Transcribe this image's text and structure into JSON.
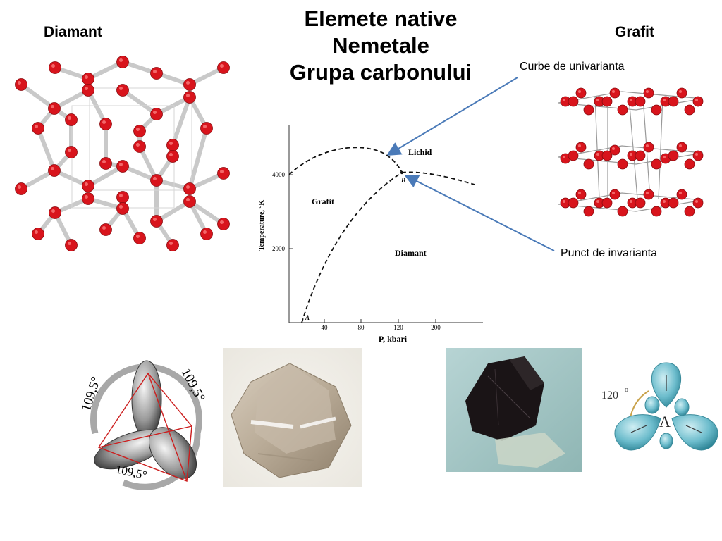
{
  "title": {
    "line1": "Elemete native",
    "line2": "Nemetale",
    "line3": "Grupa carbonului"
  },
  "labels": {
    "diamant": "Diamant",
    "grafit": "Grafit"
  },
  "annotations": {
    "univariant_curves": "Curbe de univarianta",
    "invariant_point": "Punct de invarianta"
  },
  "phase_diagram": {
    "ylabel": "Temperature, °K",
    "xlabel": "P, kbari",
    "y_ticks": [
      "4000",
      "2000"
    ],
    "x_ticks": [
      "40",
      "80",
      "120",
      "200"
    ],
    "regions": {
      "liquid": "Lichid",
      "graphite": "Grafit",
      "diamond": "Diamant"
    },
    "points": {
      "a": "A",
      "b": "B"
    }
  },
  "sp3_orbitals": {
    "angle_left": "109,5°",
    "angle_right": "109,5°",
    "angle_bottom": "109,5°"
  },
  "sp2_orbitals": {
    "angle_label": "120",
    "angle_degree": "o",
    "atom_label": "A"
  },
  "colors": {
    "atom_red": "#d8141c",
    "bond_grey": "#c8c8c8",
    "arrow_blue": "#4a7ab8",
    "orbital_teal": "#5fb3c4"
  }
}
